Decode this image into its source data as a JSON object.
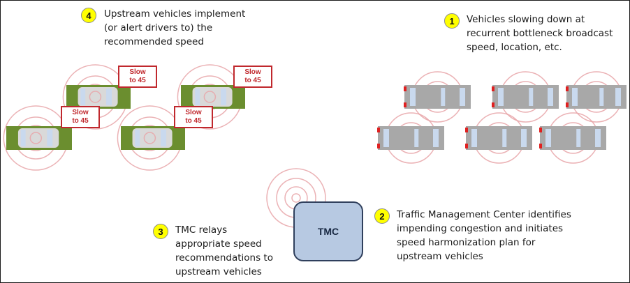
{
  "steps": {
    "one": {
      "number": "1",
      "text": "Vehicles slowing down at\nrecurrent bottleneck broadcast\nspeed, location, etc."
    },
    "two": {
      "number": "2",
      "text": "Traffic Management Center identifies\nimpending congestion and initiates\nspeed harmonization plan for\nupstream vehicles"
    },
    "three": {
      "number": "3",
      "text": "TMC relays\nappropriate speed\nrecommendations to\nupstream vehicles"
    },
    "four": {
      "number": "4",
      "text": "Upstream vehicles implement\n(or alert drivers to) the\nrecommended speed"
    }
  },
  "tmc_label": "TMC",
  "speed_sign_text": "Slow\nto 45",
  "colors": {
    "upstream_car_body": "#6b8e2f",
    "slowing_car_body": "#a8a8a8",
    "car_window": "#c9d9ee",
    "brake_light": "#e02020",
    "signal_ring": "#e8a4a8",
    "sign_border": "#c0282d",
    "tmc_fill": "#b7c9e2",
    "step_badge": "#ffff00"
  }
}
